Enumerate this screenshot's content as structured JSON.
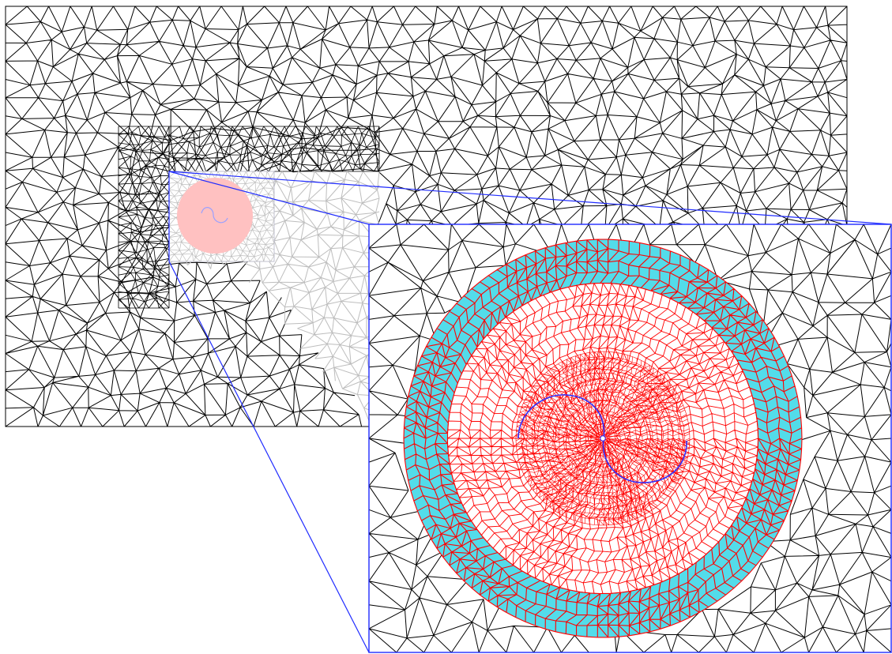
{
  "figure": {
    "kind": "triangular-mesh-zoom-illustration",
    "has_text": false,
    "colors": {
      "background": "#ffffff",
      "mesh_edge": "#000000",
      "mesh_faded_edge": "#bdbdbd",
      "zoom_frame": "#1f2bff",
      "refined_disc_fill": "#ffc1c1",
      "refined_mesh_edge": "#ff0000",
      "annulus_fill": "#53dcea",
      "spiral_curve": "#2f2fff"
    },
    "elements": {
      "outer_domain": "rectangular-outer-domain-mesh",
      "zoom_source": "source-window-with-refined-disc",
      "zoom_callout": "magnified-inset",
      "callout_lines": "zoom-connector-lines",
      "inset_disc": "refined-circular-subdomain",
      "inset_annulus": "cyan-annulus-ring",
      "inset_spiral": "blue-spiral-crack-curve"
    }
  }
}
